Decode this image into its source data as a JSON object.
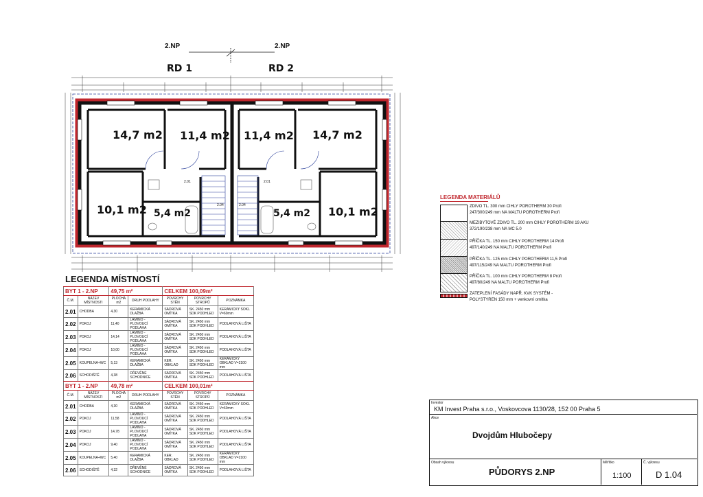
{
  "drawing": {
    "floor_left": "2.NP",
    "floor_right": "2.NP",
    "unit_left": "RD 1",
    "unit_right": "RD 2",
    "areas": [
      "14,7 m2",
      "11,4 m2",
      "11,4 m2",
      "14,7 m2",
      "10,1 m2",
      "5,4 m2",
      "5,4 m2",
      "10,1 m2"
    ],
    "small_labels": [
      "2.01",
      "2.01",
      "2.04",
      "2.04"
    ]
  },
  "legend_materials": {
    "title": "LEGENDA MATERIÁLŮ",
    "items": [
      {
        "l1": "ZDIVO TL. 300 mm CIHLY POROTHERM 30 Profi",
        "l2": "247/300/249 mm NA MALTU POROTHERM Profi"
      },
      {
        "l1": "MEZIBYTOVÉ ZDIVO TL. 200 mm CIHLY POROTHERM 19 AKU",
        "l2": "372/190/238 mm NA MC 5.0"
      },
      {
        "l1": "PŘÍČKA TL. 150 mm CIHLY POROTHERM 14 Profi",
        "l2": "497/140/249 NA MALTU POROTHERM Profi"
      },
      {
        "l1": "PŘÍČKA TL. 125 mm CIHLY POROTHERM 11,5 Profi",
        "l2": "497/115/249 NA MALTU POROTHERM Profi"
      },
      {
        "l1": "PŘÍČKA TL. 100 mm CIHLY POROTHERM 8 Profi",
        "l2": "497/80/249 NA MALTU POROTHERM Profi"
      },
      {
        "l1": "ZATEPLENÍ FASÁDY NAPŘ. KVK SYSTÉM -",
        "l2": "POLYSTYREN 150 mm + venkovní omítka"
      }
    ]
  },
  "legend_rooms": {
    "title": "LEGENDA MÍSTNOSTÍ",
    "col_headers": [
      "Č.M.",
      "NÁZEV MÍSTNOSTI",
      "PLOCHA m2",
      "DRUH PODLAHY",
      "POVRCHY STĚN",
      "POVRCHY STROPŮ",
      "POZNÁMKA"
    ],
    "tables": [
      {
        "title": "BYT 1 - 2.NP",
        "area": "49,75 m²",
        "total": "CELKEM 100,09m²",
        "rows": [
          [
            "2.01",
            "CHODBA",
            "4,30",
            "KERAMICKÁ DLAŽBA",
            "SÁDROVÁ OMÍTKA",
            "SK. 2450 mm SDK PODHLED",
            "KERAMICKÝ SOKL V=60mm"
          ],
          [
            "2.02",
            "POKOJ",
            "11,40",
            "LAMINO - PLOVOUCÍ PODLAHA",
            "SÁDROVÁ OMÍTKA",
            "SK. 2450 mm SDK PODHLED",
            "PODLAHOVÁ LIŠTA"
          ],
          [
            "2.03",
            "POKOJ",
            "14,14",
            "LAMINO - PLOVOUCÍ PODLAHA",
            "SÁDROVÁ OMÍTKA",
            "SK. 2450 mm SDK PODHLED",
            "PODLAHOVÁ LIŠTA"
          ],
          [
            "2.04",
            "POKOJ",
            "10,00",
            "LAMINO - PLOVOUCÍ PODLAHA",
            "SÁDROVÁ OMÍTKA",
            "SK. 2450 mm SDK PODHLED",
            "PODLAHOVÁ LIŠTA"
          ],
          [
            "2.05",
            "KOUPELNA+WC",
            "5,13",
            "KERAMICKÁ DLAŽBA",
            "KER. OBKLAD",
            "SK. 2450 mm SDK PODHLED",
            "KERAMICKÝ OBKLAD V=2100 mm"
          ],
          [
            "2.06",
            "SCHODIŠTĚ",
            "4,38",
            "DŘEVĚNÉ SCHODNICE",
            "SÁDROVÁ OMÍTKA",
            "SK. 2450 mm SDK PODHLED",
            "PODLAHOVÁ LIŠTA"
          ]
        ]
      },
      {
        "title": "BYT 1 - 2.NP",
        "area": "49,78 m²",
        "total": "CELKEM 100,01m²",
        "rows": [
          [
            "2.01",
            "CHODBA",
            "4,30",
            "KERAMICKÁ DLAŽBA",
            "SÁDROVÁ OMÍTKA",
            "SK. 2450 mm SDK PODHLED",
            "KERAMICKÝ SOKL V=60mm"
          ],
          [
            "2.02",
            "POKOJ",
            "11,58",
            "LAMINO - PLOVOUCÍ PODLAHA",
            "SÁDROVÁ OMÍTKA",
            "SK. 2450 mm SDK PODHLED",
            "PODLAHOVÁ LIŠTA"
          ],
          [
            "2.03",
            "POKOJ",
            "14,78",
            "LAMINO - PLOVOUCÍ PODLAHA",
            "SÁDROVÁ OMÍTKA",
            "SK. 2450 mm SDK PODHLED",
            "PODLAHOVÁ LIŠTA"
          ],
          [
            "2.04",
            "POKOJ",
            "9,40",
            "LAMINO - PLOVOUCÍ PODLAHA",
            "SÁDROVÁ OMÍTKA",
            "SK. 2450 mm SDK PODHLED",
            "PODLAHOVÁ LIŠTA"
          ],
          [
            "2.05",
            "KOUPELNA+WC",
            "5,40",
            "KERAMICKÁ DLAŽBA",
            "KER. OBKLAD",
            "SK. 2450 mm SDK PODHLED",
            "KERAMICKÝ OBKLAD V=2100 mm"
          ],
          [
            "2.06",
            "SCHODIŠTĚ",
            "4,32",
            "DŘEVĚNÉ SCHODNICE",
            "SÁDROVÁ OMÍTKA",
            "SK. 2450 mm SDK PODHLED",
            "PODLAHOVÁ LIŠTA"
          ]
        ]
      }
    ]
  },
  "title_block": {
    "investor_label": "Investor",
    "investor": "KM Invest Praha s.r.o., Voskovcova 1130/28, 152 00 Praha 5",
    "action_label": "Akce",
    "action": "Dvojdům Hlubočepy",
    "content_label": "Obsah výkresu",
    "content": "PŮDORYS 2.NP",
    "scale_label": "Měřítko",
    "scale": "1:100",
    "number_label": "Č. výkresu",
    "number": "D 1.04"
  },
  "colors": {
    "accent": "#c0262d",
    "wall": "#111111"
  }
}
